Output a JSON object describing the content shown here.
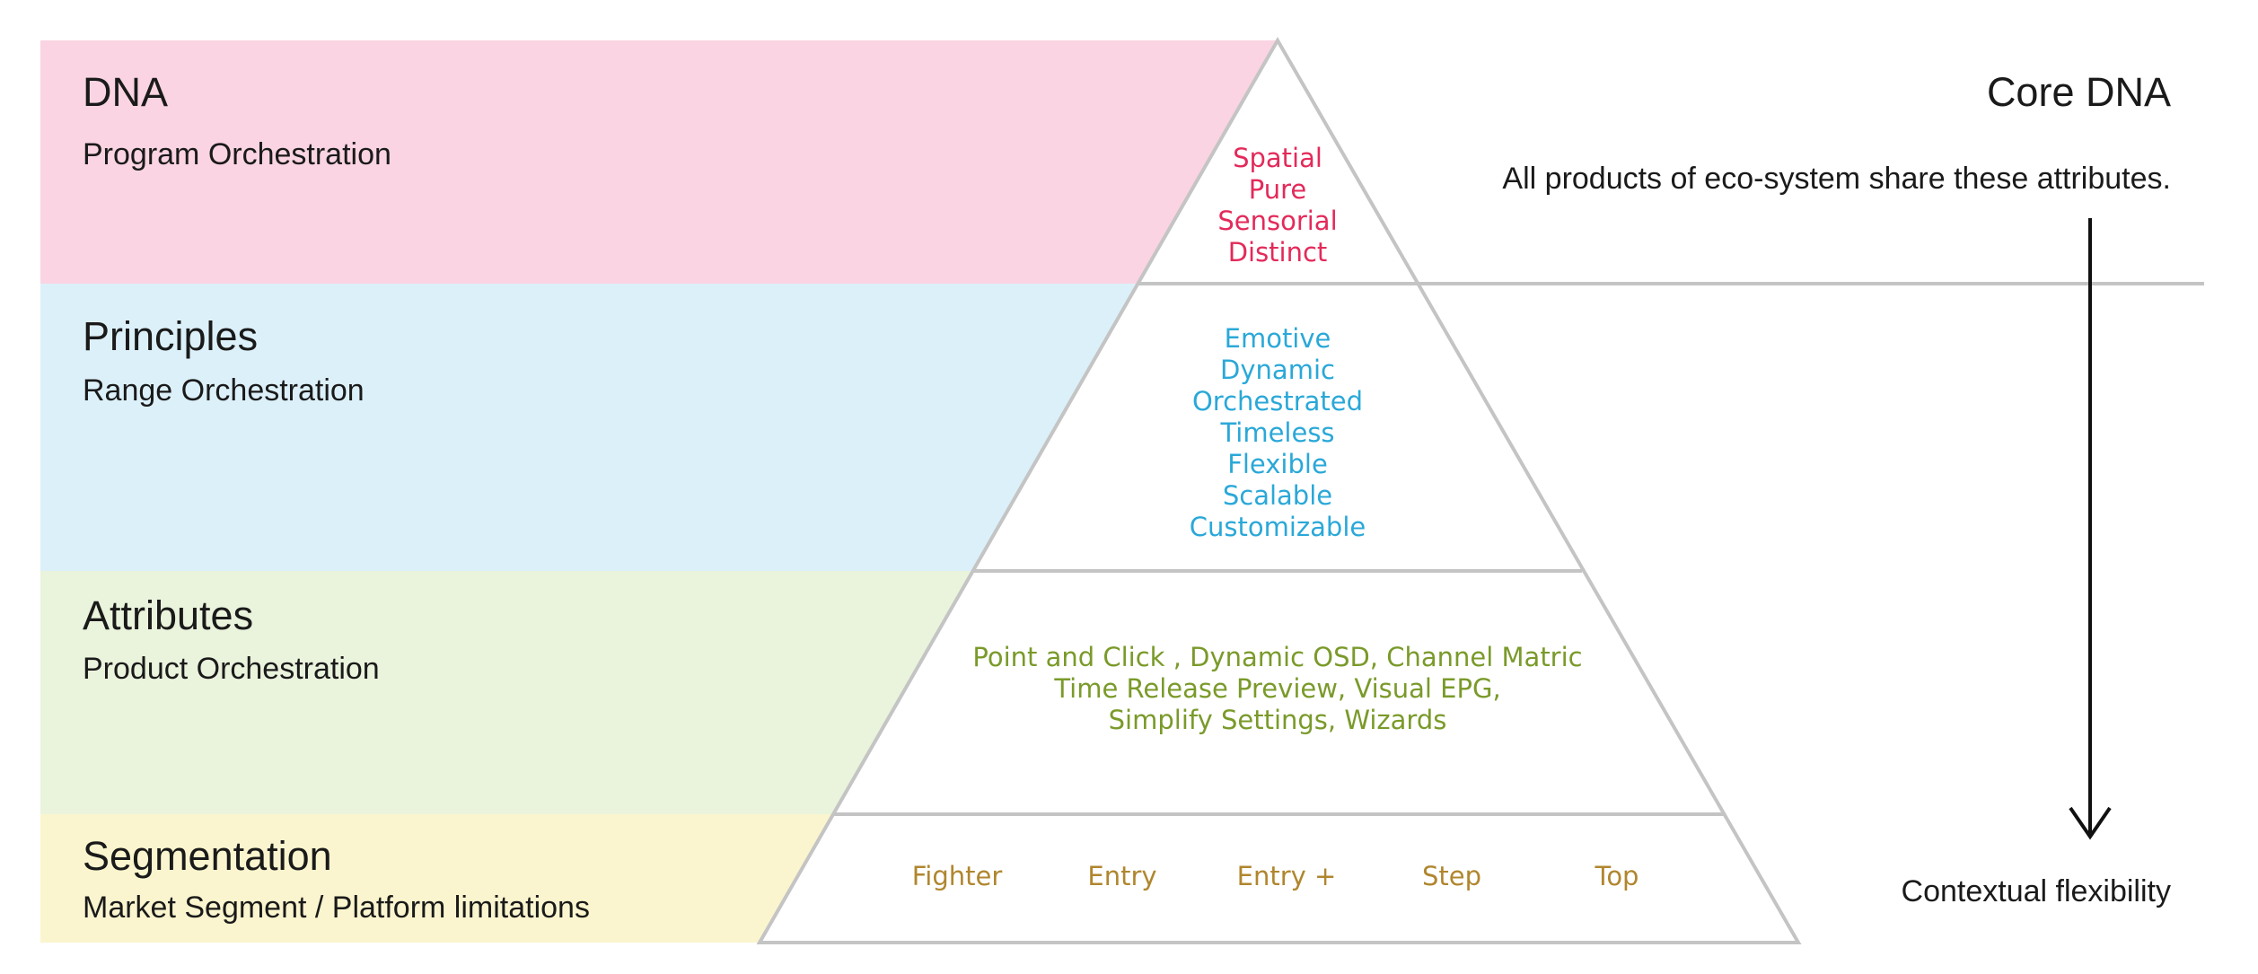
{
  "layers": [
    {
      "title": "DNA",
      "subtitle": "Program Orchestration",
      "color": "#fad4e2",
      "text_color": "#e32a5a",
      "items": [
        "Spatial",
        "Pure",
        "Sensorial",
        "Distinct"
      ]
    },
    {
      "title": "Principles",
      "subtitle": "Range Orchestration",
      "color": "#dcf0f9",
      "text_color": "#2aa8d8",
      "items": [
        "Emotive",
        "Dynamic",
        "Orchestrated",
        "Timeless",
        "Flexible",
        "Scalable",
        "Customizable"
      ]
    },
    {
      "title": "Attributes",
      "subtitle": "Product Orchestration",
      "color": "#eaf3dc",
      "text_color": "#7a9a2a",
      "items": [
        "Point and Click , Dynamic OSD, Channel Matric",
        "Time Release Preview, Visual EPG,",
        "Simplify Settings, Wizards"
      ]
    },
    {
      "title": "Segmentation",
      "subtitle": "Market Segment / Platform limitations",
      "color": "#faf5ce",
      "text_color": "#b0862e",
      "items": [
        "Fighter",
        "Entry",
        "Entry +",
        "Step",
        "Top"
      ]
    }
  ],
  "right_panel": {
    "top_title": "Core DNA",
    "top_note": "All products of eco-system share these attributes.",
    "bottom_label": "Contextual flexibility",
    "arrow_icon": "down-arrow-icon"
  },
  "colors": {
    "outline": "#c4c4c4",
    "arrow": "#111111"
  }
}
